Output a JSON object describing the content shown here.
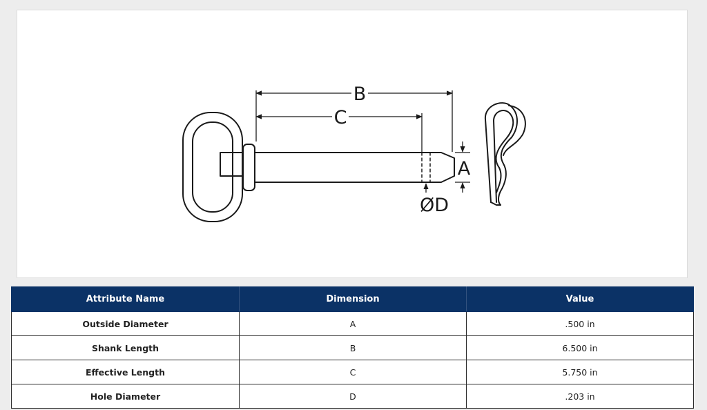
{
  "diagram": {
    "labels": {
      "a": "A",
      "b": "B",
      "c": "C",
      "d": "ØD"
    }
  },
  "table": {
    "headers": [
      "Attribute Name",
      "Dimension",
      "Value"
    ],
    "rows": [
      {
        "name": "Outside Diameter",
        "dimension": "A",
        "value": ".500 in"
      },
      {
        "name": "Shank Length",
        "dimension": "B",
        "value": "6.500 in"
      },
      {
        "name": "Effective Length",
        "dimension": "C",
        "value": "5.750 in"
      },
      {
        "name": "Hole Diameter",
        "dimension": "D",
        "value": ".203 in"
      }
    ]
  },
  "colors": {
    "header_bg": "#0b3266",
    "header_text": "#ffffff",
    "page_bg": "#ededed"
  }
}
